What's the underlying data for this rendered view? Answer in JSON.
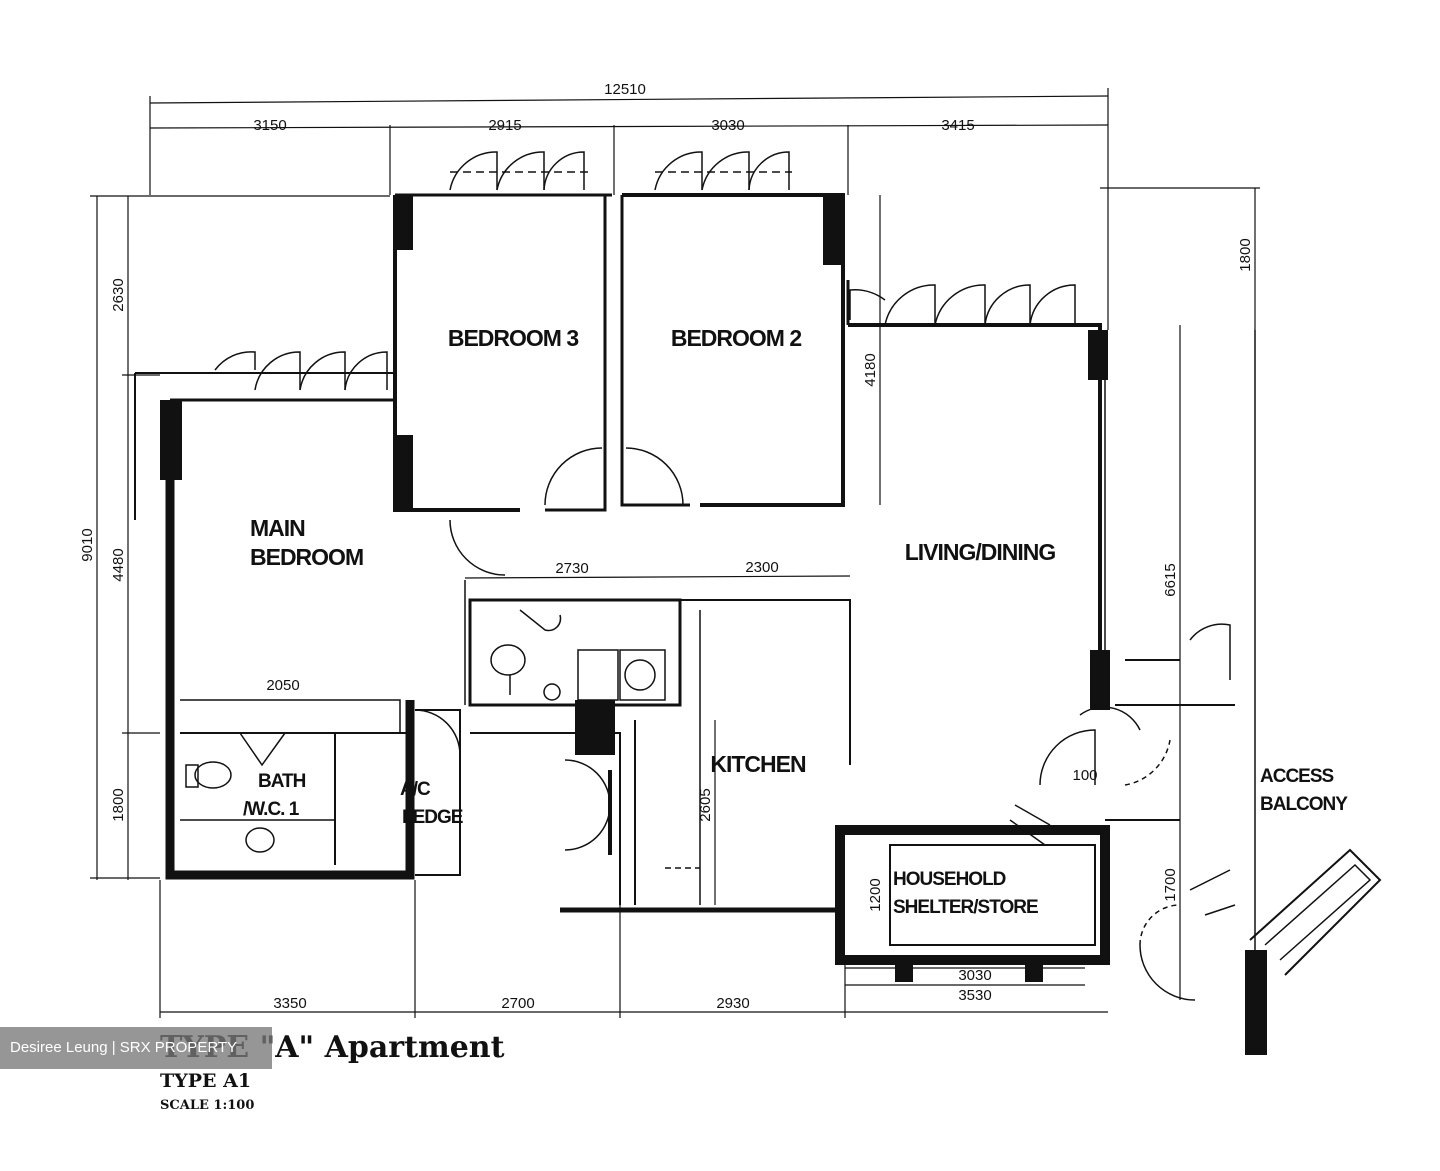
{
  "dimensions": {
    "top_total": "12510",
    "top": [
      "3150",
      "2915",
      "3030",
      "3415"
    ],
    "bottom": [
      "3350",
      "2700",
      "2930"
    ],
    "left_total": "9010",
    "left": [
      "2630",
      "4480",
      "1800"
    ],
    "right_top": "1800",
    "right_mid": "6615",
    "living_height": "4180",
    "inner_2730": "2730",
    "inner_2300": "2300",
    "kitchen_height": "2605",
    "bath_width": "2050",
    "shelter_height": "1200",
    "shelter_w1": "3030",
    "shelter_w2": "3530",
    "balcony_1700": "1700",
    "door_100": "100"
  },
  "rooms": {
    "bedroom3": "BEDROOM 3",
    "bedroom2": "BEDROOM 2",
    "main_bedroom_1": "MAIN",
    "main_bedroom_2": "BEDROOM",
    "living_dining": "LIVING/DINING",
    "kitchen": "KITCHEN",
    "bath_1": "BATH",
    "bath_2": "/W.C. 1",
    "ac_1": "A/C",
    "ac_2": "LEDGE",
    "shelter_1": "HOUSEHOLD",
    "shelter_2": "SHELTER/STORE",
    "access_1": "ACCESS",
    "access_2": "BALCONY"
  },
  "caption": {
    "title": "TYPE \"A\" Apartment",
    "subtitle": "TYPE A1",
    "scale": "SCALE 1:100"
  },
  "watermark": "Desiree Leung | SRX PROPERTY"
}
